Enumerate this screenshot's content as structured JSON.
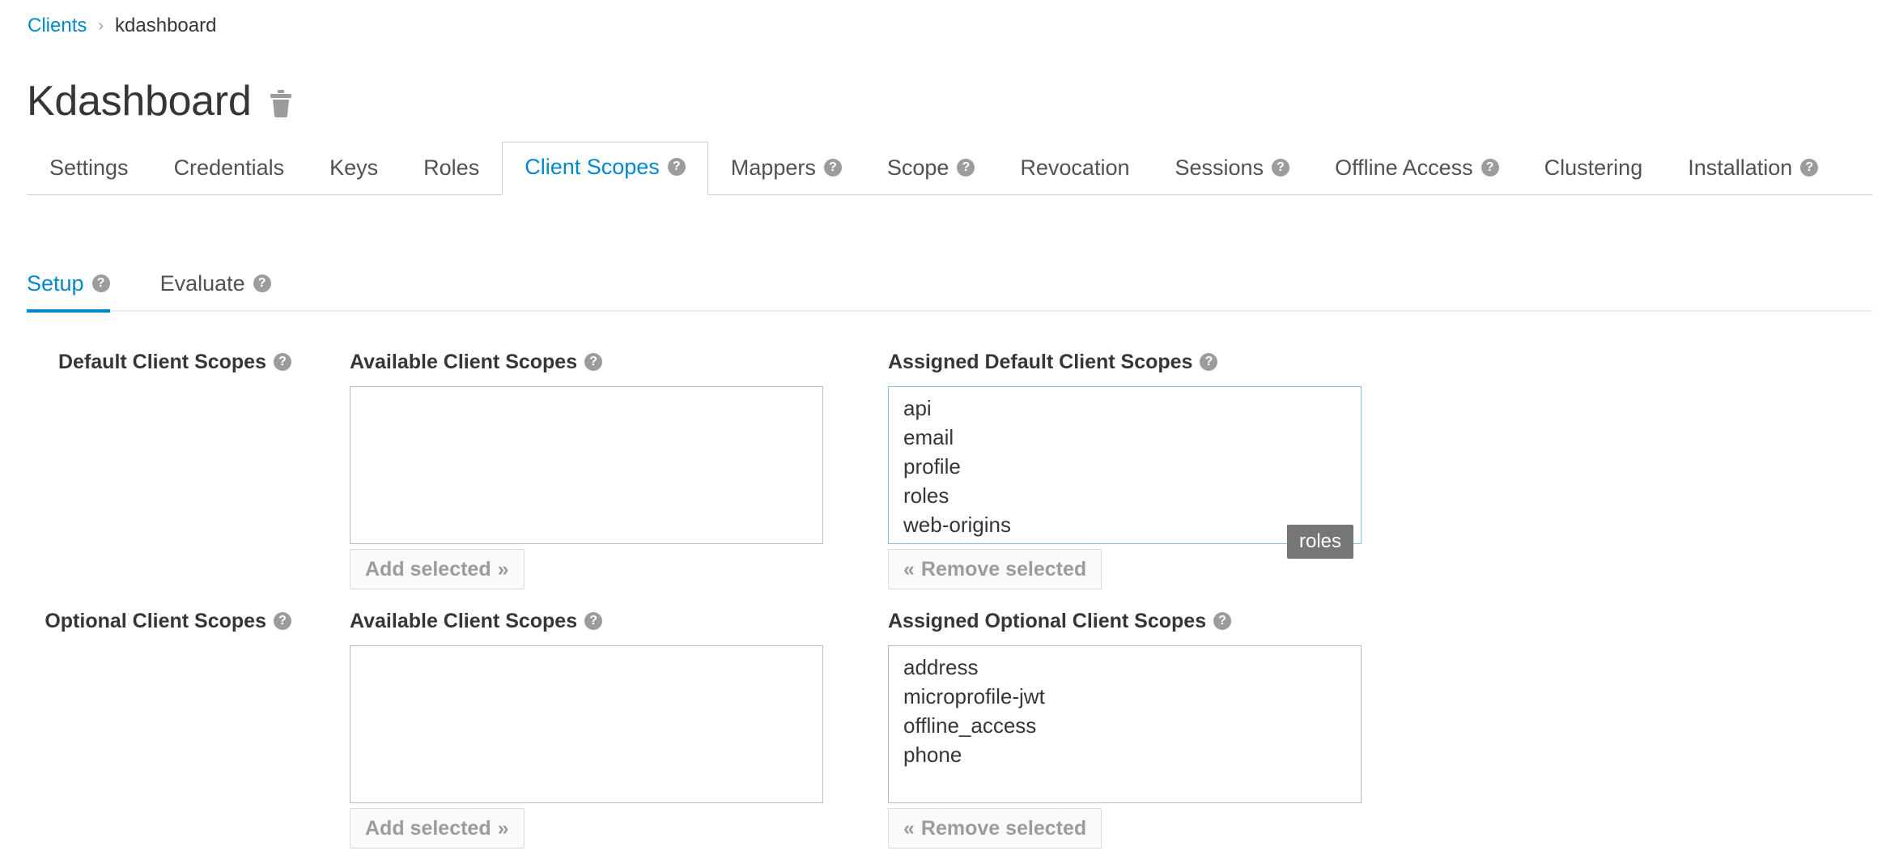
{
  "breadcrumb": {
    "parent": "Clients",
    "separator": "›",
    "current": "kdashboard"
  },
  "header": {
    "title": "Kdashboard",
    "delete_icon": "trash-icon"
  },
  "tabs": [
    {
      "label": "Settings",
      "help": false,
      "active": false
    },
    {
      "label": "Credentials",
      "help": false,
      "active": false
    },
    {
      "label": "Keys",
      "help": false,
      "active": false
    },
    {
      "label": "Roles",
      "help": false,
      "active": false
    },
    {
      "label": "Client Scopes",
      "help": true,
      "active": true
    },
    {
      "label": "Mappers",
      "help": true,
      "active": false
    },
    {
      "label": "Scope",
      "help": true,
      "active": false
    },
    {
      "label": "Revocation",
      "help": false,
      "active": false
    },
    {
      "label": "Sessions",
      "help": true,
      "active": false
    },
    {
      "label": "Offline Access",
      "help": true,
      "active": false
    },
    {
      "label": "Clustering",
      "help": false,
      "active": false
    },
    {
      "label": "Installation",
      "help": true,
      "active": false
    }
  ],
  "subtabs": [
    {
      "label": "Setup",
      "help": true,
      "active": true
    },
    {
      "label": "Evaluate",
      "help": true,
      "active": false
    }
  ],
  "sections": [
    {
      "row_label": "Default Client Scopes",
      "row_label_help": true,
      "available": {
        "header": "Available Client Scopes",
        "header_help": true,
        "options": [],
        "button": "Add selected",
        "button_chevron": "»",
        "focused": false
      },
      "assigned": {
        "header": "Assigned Default Client Scopes",
        "header_help": true,
        "options": [
          "api",
          "email",
          "profile",
          "roles",
          "web-origins"
        ],
        "button": "Remove selected",
        "button_chevron": "«",
        "focused": true
      }
    },
    {
      "row_label": "Optional Client Scopes",
      "row_label_help": true,
      "available": {
        "header": "Available Client Scopes",
        "header_help": true,
        "options": [],
        "button": "Add selected",
        "button_chevron": "»",
        "focused": false
      },
      "assigned": {
        "header": "Assigned Optional Client Scopes",
        "header_help": true,
        "options": [
          "address",
          "microprofile-jwt",
          "offline_access",
          "phone"
        ],
        "button": "Remove selected",
        "button_chevron": "«",
        "focused": false
      }
    }
  ],
  "tooltip": {
    "text": "roles",
    "background": "#767676",
    "color": "#ffffff"
  },
  "colors": {
    "link": "#0088ce",
    "active_tab": "#0088ce",
    "text": "#363636",
    "muted": "#9c9c9c",
    "focus_border": "#7dc3e8",
    "border": "#bbbbbb"
  }
}
